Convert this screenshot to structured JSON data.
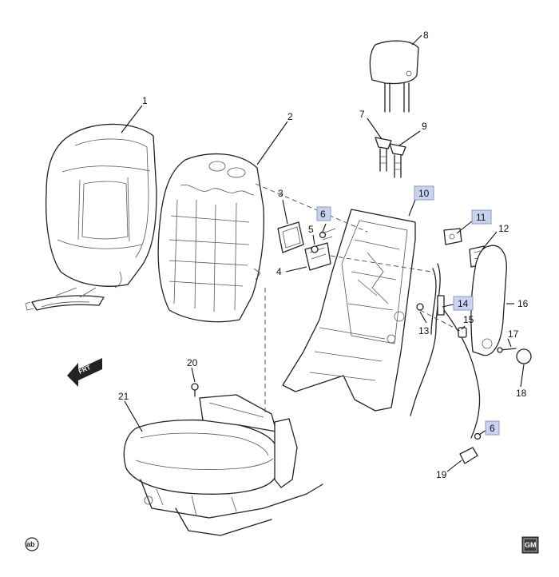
{
  "callouts": [
    {
      "id": "c1",
      "label": "1",
      "highlight": false
    },
    {
      "id": "c2",
      "label": "2",
      "highlight": false
    },
    {
      "id": "c3",
      "label": "3",
      "highlight": false
    },
    {
      "id": "c4",
      "label": "4",
      "highlight": false
    },
    {
      "id": "c5",
      "label": "5",
      "highlight": false
    },
    {
      "id": "c6a",
      "label": "6",
      "highlight": true
    },
    {
      "id": "c6b",
      "label": "6",
      "highlight": true
    },
    {
      "id": "c7",
      "label": "7",
      "highlight": false
    },
    {
      "id": "c8",
      "label": "8",
      "highlight": false
    },
    {
      "id": "c9",
      "label": "9",
      "highlight": false
    },
    {
      "id": "c10",
      "label": "10",
      "highlight": true
    },
    {
      "id": "c11",
      "label": "11",
      "highlight": true
    },
    {
      "id": "c12",
      "label": "12",
      "highlight": false
    },
    {
      "id": "c13",
      "label": "13",
      "highlight": false
    },
    {
      "id": "c14",
      "label": "14",
      "highlight": true
    },
    {
      "id": "c15",
      "label": "15",
      "highlight": false
    },
    {
      "id": "c16",
      "label": "16",
      "highlight": false
    },
    {
      "id": "c17",
      "label": "17",
      "highlight": false
    },
    {
      "id": "c18",
      "label": "18",
      "highlight": false
    },
    {
      "id": "c19",
      "label": "19",
      "highlight": false
    },
    {
      "id": "c20",
      "label": "20",
      "highlight": false
    },
    {
      "id": "c21",
      "label": "21",
      "highlight": false
    }
  ],
  "front_arrow_label": "FRT",
  "footer": {
    "left_badge": "ab",
    "right_logo": "GM"
  },
  "colors": {
    "highlight_fill": "#c9d3ee",
    "highlight_stroke": "#8a98c9",
    "line": "#222222",
    "logo_bg": "#3a3a3a"
  }
}
